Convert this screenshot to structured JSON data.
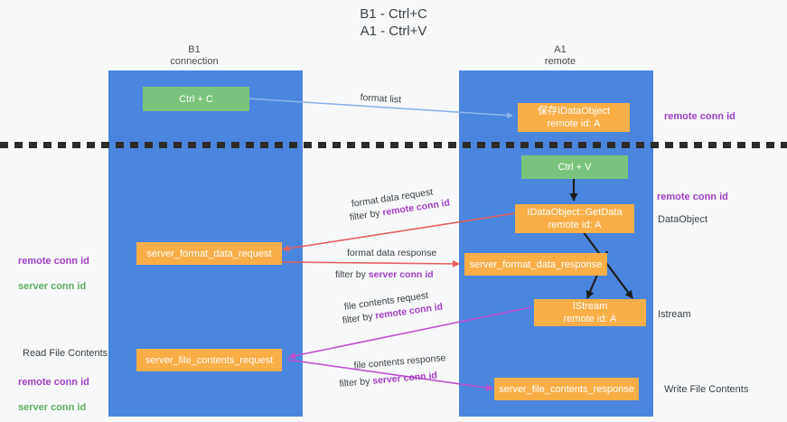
{
  "title": "B1 - Ctrl+C\nA1 - Ctrl+V",
  "colors": {
    "lane": "#4a86de",
    "node_orange": "#f9ae48",
    "node_green": "#79c47c",
    "purple": "#a13fc4",
    "green": "#5fae62",
    "arrow_blue": "#8ab4e8",
    "arrow_red": "#e2605f",
    "arrow_magenta": "#c04fd0",
    "arrow_black": "#1d1d1d",
    "divider": "#2b2b2b",
    "background": "#f7f8f9"
  },
  "columns": [
    {
      "id": "b1",
      "header": "B1\nconnection"
    },
    {
      "id": "a1",
      "header": "A1\nremote"
    }
  ],
  "nodes": [
    {
      "id": "ctrl-c",
      "label": "Ctrl + C",
      "style": "green"
    },
    {
      "id": "save-idataobject",
      "label": "保存IDataObject\nremote id: A",
      "style": "orange"
    },
    {
      "id": "ctrl-v",
      "label": "Ctrl + V",
      "style": "green"
    },
    {
      "id": "idataobject-getdata",
      "label": "IDataObject::GetData\nremote id: A",
      "style": "orange"
    },
    {
      "id": "server-format-data-request",
      "label": "server_format_data_request",
      "style": "orange"
    },
    {
      "id": "server-format-data-response",
      "label": "server_format_data_response",
      "style": "orange"
    },
    {
      "id": "istream",
      "label": "IStream\nremote id: A",
      "style": "orange"
    },
    {
      "id": "server-file-contents-request",
      "label": "server_file_contents_request",
      "style": "orange"
    },
    {
      "id": "server-file-contents-response",
      "label": "server_file_contents_response",
      "style": "orange"
    }
  ],
  "edge_labels": [
    {
      "id": "format-list",
      "text": "format list"
    },
    {
      "id": "format-data-request",
      "text": "format data request"
    },
    {
      "id": "format-data-request-filter",
      "prefix": "filter by ",
      "highlight": "remote conn id"
    },
    {
      "id": "format-data-response",
      "text": "format data response"
    },
    {
      "id": "format-data-response-filter",
      "prefix": "filter by ",
      "highlight": "server conn id"
    },
    {
      "id": "file-contents-request",
      "text": "file contents request"
    },
    {
      "id": "file-contents-request-filter",
      "prefix": "filter by ",
      "highlight": "remote conn id"
    },
    {
      "id": "file-contents-response",
      "text": "file contents response"
    },
    {
      "id": "file-contents-response-filter",
      "prefix": "filter by ",
      "highlight": "server conn id"
    }
  ],
  "annotations": {
    "right_remote_conn_id_top": "remote conn id",
    "right_remote_conn_id_mid": "remote conn id",
    "right_dataobject": "DataObject",
    "right_istream": "Istream",
    "right_write_file_contents": "Write File Contents",
    "left_read_file_contents": "Read File Contents",
    "left_remote_conn_id": "remote conn id",
    "left_server_conn_id": "server conn id",
    "left_remote_conn_id_2": "remote conn id",
    "left_server_conn_id_2": "server conn id"
  }
}
